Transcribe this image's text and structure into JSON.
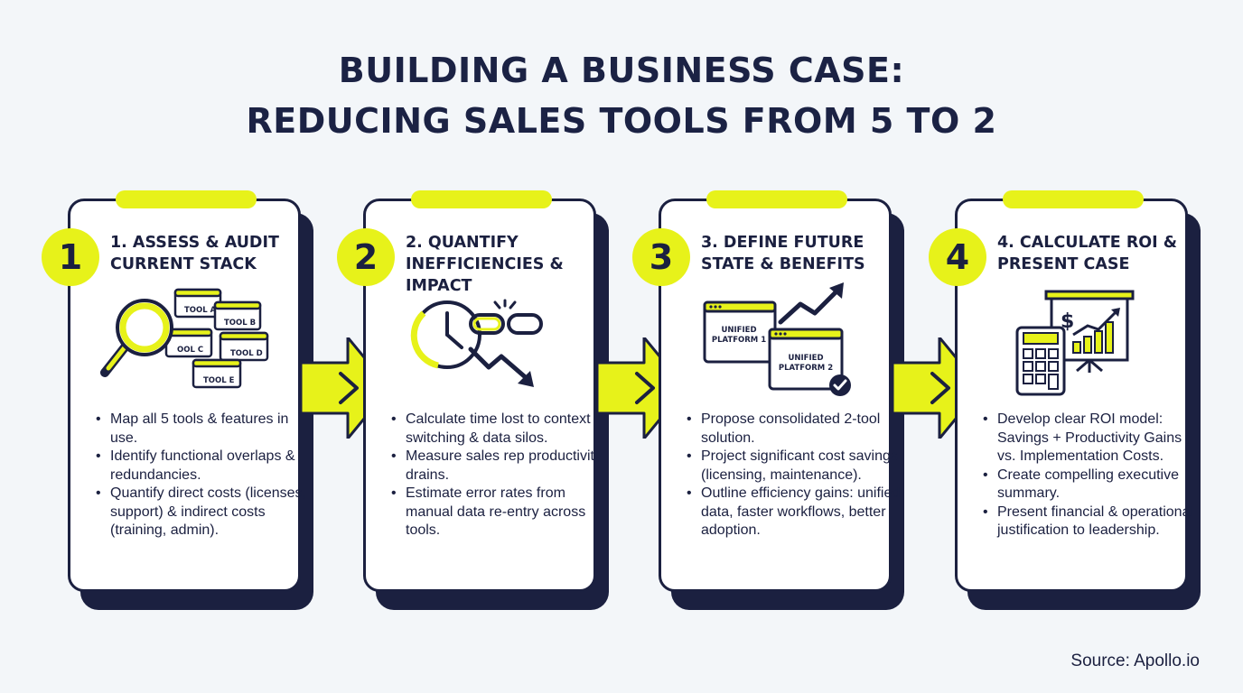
{
  "title": {
    "line1": "BUILDING A BUSINESS CASE:",
    "line2": "REDUCING SALES TOOLS FROM 5 TO 2"
  },
  "colors": {
    "accent": "#e7f21a",
    "navy": "#1b2040",
    "background": "#f3f6f9"
  },
  "steps": [
    {
      "number": "1",
      "title": "1. ASSESS & AUDIT CURRENT STACK",
      "icon": "magnifier-tools-icon",
      "illustration_labels": [
        "TOOL A",
        "TOOL B",
        "OOL C",
        "TOOL D",
        "TOOL E"
      ],
      "bullets": [
        "Map all 5 tools & features in use.",
        "Identify functional overlaps & redundancies.",
        "Quantify direct costs (licenses, support) & indirect costs (training, admin)."
      ]
    },
    {
      "number": "2",
      "title": "2. QUANTIFY INEFFICIENCIES & IMPACT",
      "icon": "clock-broken-link-icon",
      "bullets": [
        "Calculate time lost to context switching & data silos.",
        "Measure sales rep productivity drains.",
        "Estimate error rates from manual data re-entry across tools."
      ]
    },
    {
      "number": "3",
      "title": "3. DEFINE FUTURE STATE & BENEFITS",
      "icon": "unified-platforms-icon",
      "illustration_labels": [
        "UNIFIED",
        "PLATFORM 1",
        "UNIFIED",
        "PLATFORM 2"
      ],
      "bullets": [
        "Propose consolidated 2-tool solution.",
        "Project significant cost savings (licensing, maintenance).",
        "Outline efficiency gains: unified data, faster workflows, better adoption."
      ]
    },
    {
      "number": "4",
      "title": "4. CALCULATE ROI & PRESENT CASE",
      "icon": "calculator-chart-icon",
      "illustration_labels": [
        "$"
      ],
      "bullets": [
        "Develop clear ROI model: Savings + Productivity Gains vs. Implementation Costs.",
        "Create compelling executive summary.",
        "Present financial & operational justification to leadership."
      ]
    }
  ],
  "source": "Source: Apollo.io"
}
